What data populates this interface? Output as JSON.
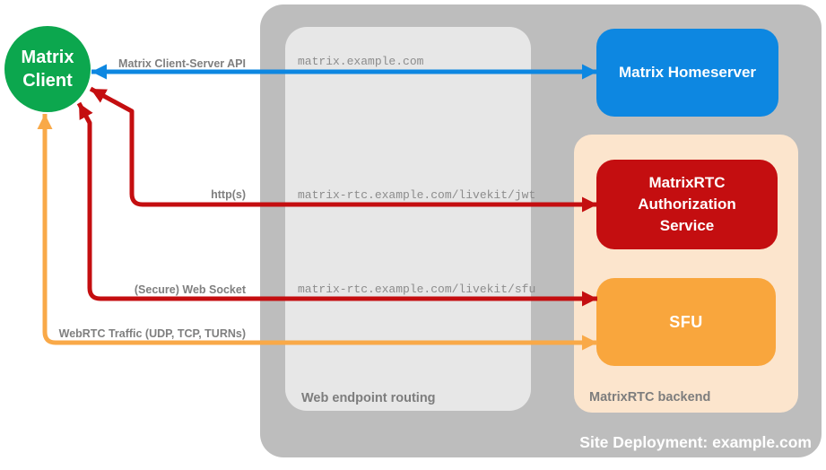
{
  "diagram": {
    "client": {
      "line1": "Matrix",
      "line2": "Client",
      "color": "#0ca74e"
    },
    "nodes": {
      "homeserver": {
        "label": "Matrix Homeserver",
        "color": "#0d87e1"
      },
      "auth_service": {
        "label": "MatrixRTC Authorization Service",
        "color": "#c40e10"
      },
      "sfu": {
        "label": "SFU",
        "color": "#f9a63d"
      }
    },
    "routing": {
      "title": "Web endpoint routing",
      "endpoints": [
        "matrix.example.com",
        "matrix-rtc.example.com/livekit/jwt",
        "matrix-rtc.example.com/livekit/sfu"
      ]
    },
    "backend": {
      "title": "MatrixRTC backend",
      "color": "#fce5cd"
    },
    "deployment": {
      "title": "Site Deployment: example.com",
      "color": "#bdbdbd"
    },
    "arrows": [
      {
        "id": "client-homeserver",
        "label": "Matrix Client-Server API",
        "color": "#0d87e1"
      },
      {
        "id": "client-auth-service",
        "label": "http(s)",
        "color": "#c40e10"
      },
      {
        "id": "client-sfu-websocket",
        "label": "(Secure) Web Socket",
        "color": "#c40e10"
      },
      {
        "id": "client-sfu-webrtc",
        "label": "WebRTC Traffic (UDP, TCP, TURNs)",
        "color": "#f9a948"
      }
    ]
  }
}
